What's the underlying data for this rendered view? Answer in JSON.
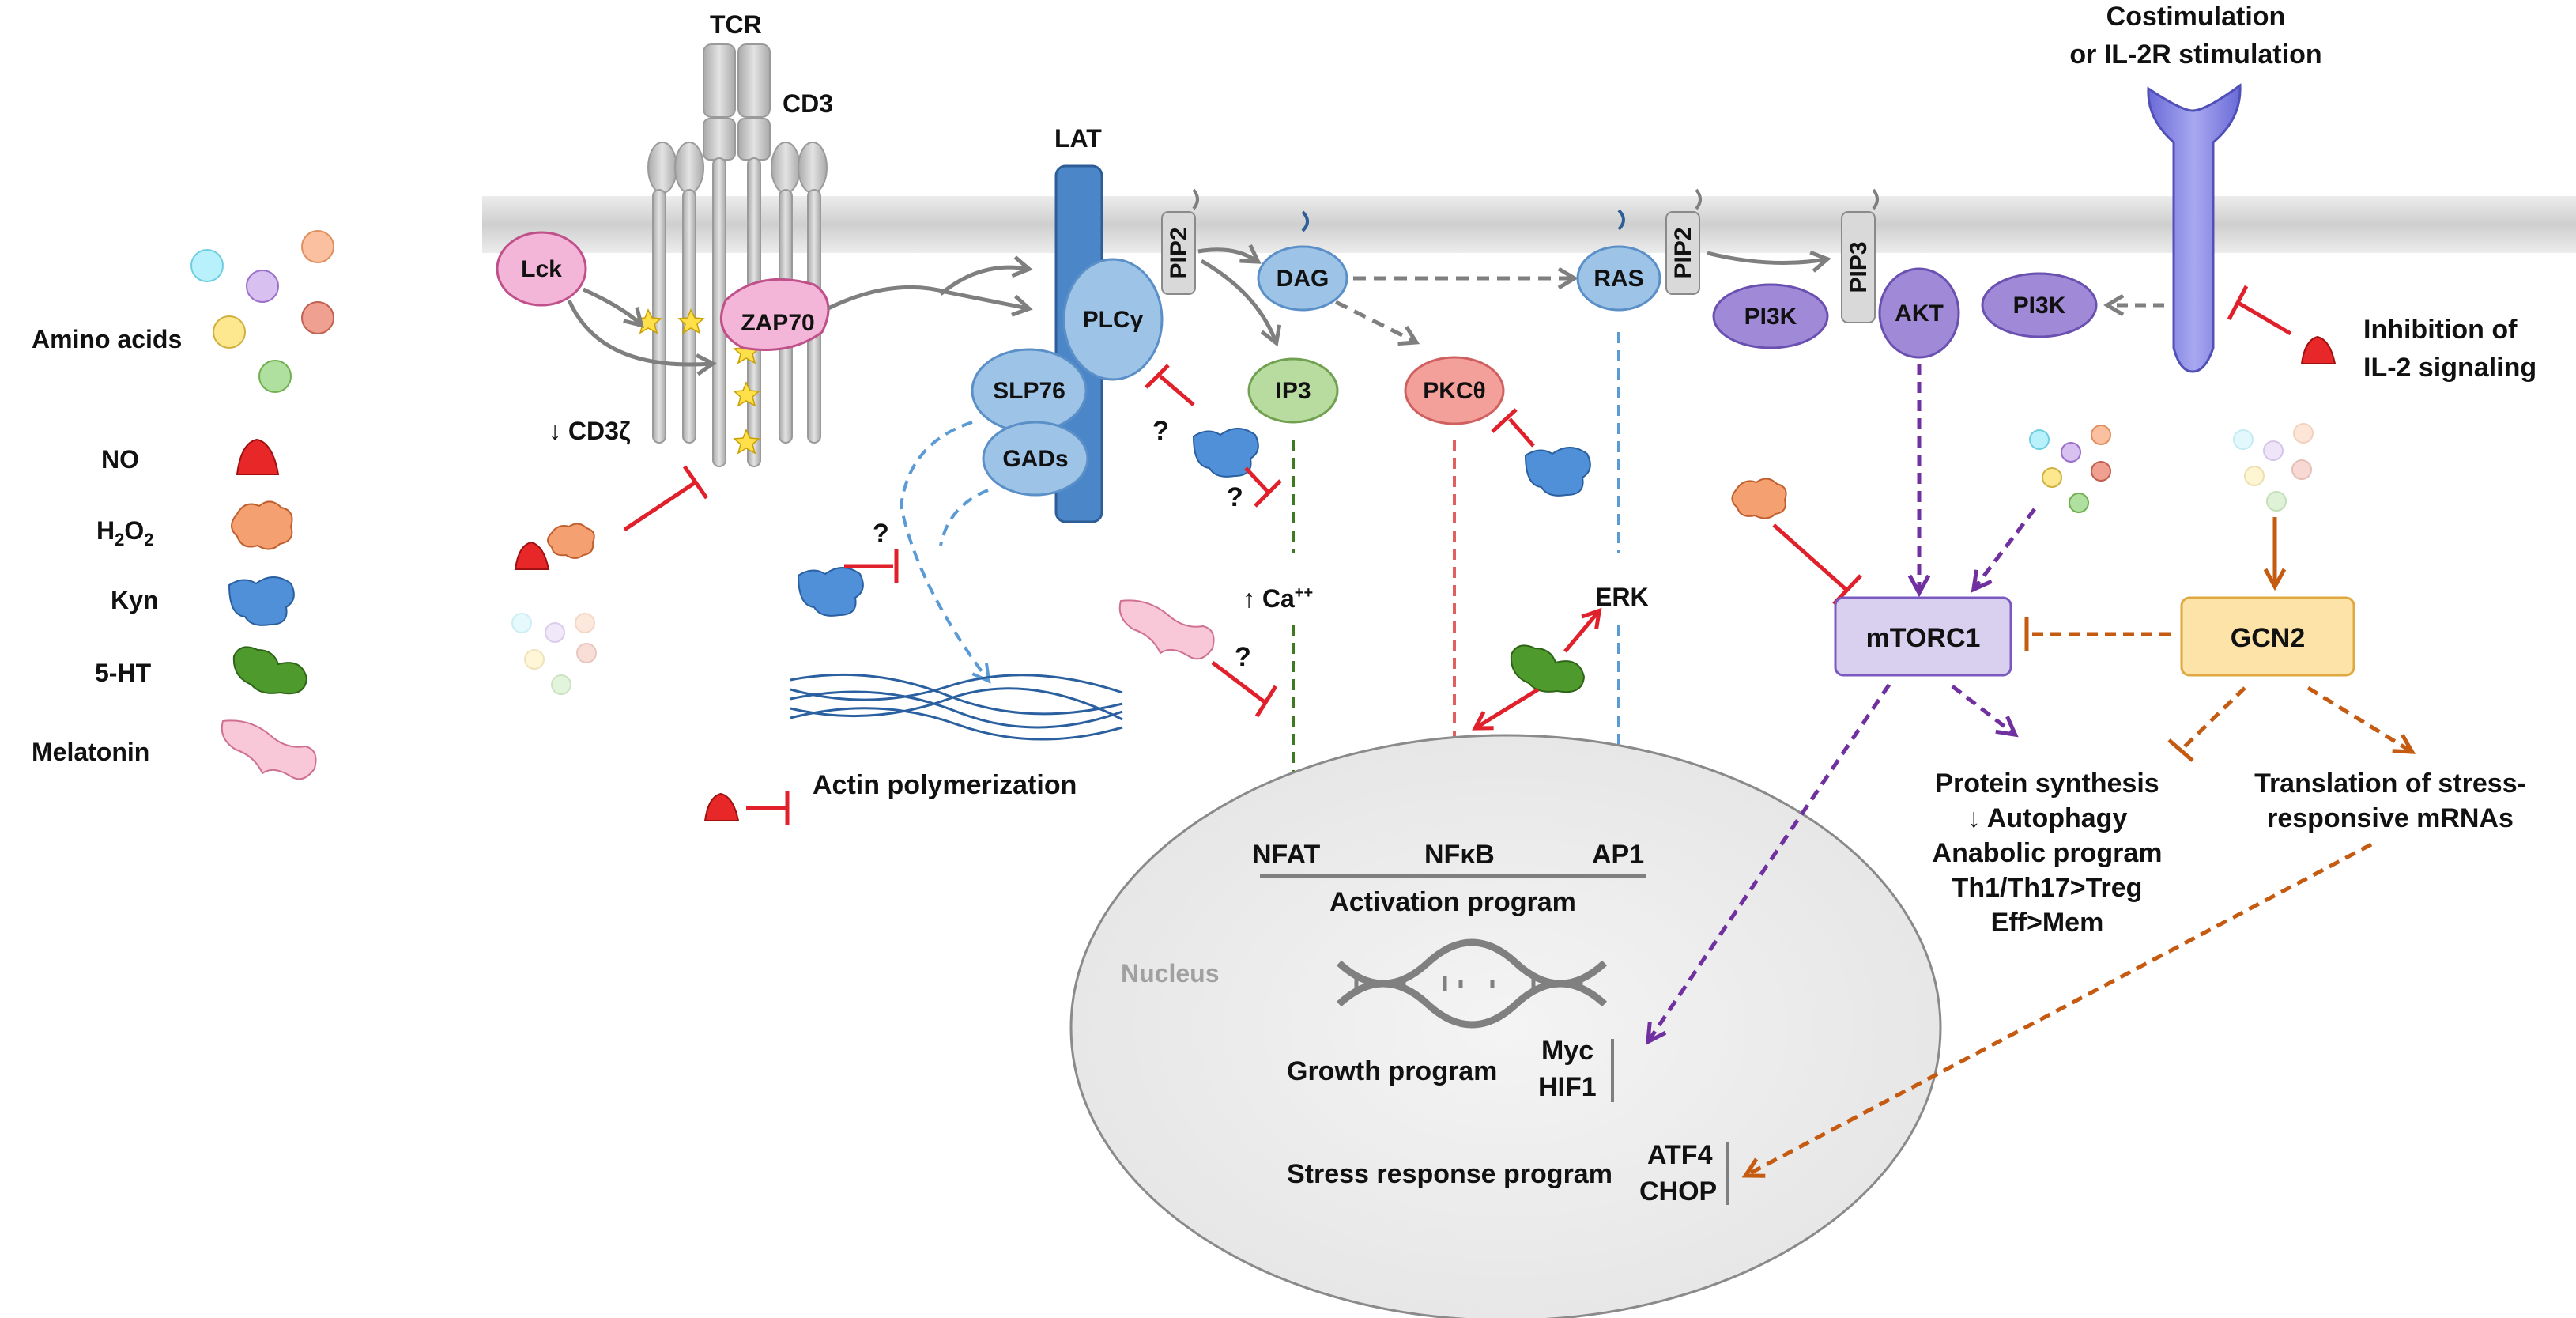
{
  "legend": {
    "amino_acids": "Amino acids",
    "no": "NO",
    "h2o2": "H2O2",
    "h2o2_main": "H",
    "h2o2_sub1": "2",
    "h2o2_mid": "O",
    "h2o2_sub2": "2",
    "kyn": "Kyn",
    "serotonin": "5-HT",
    "melatonin": "Melatonin"
  },
  "receptors": {
    "tcr": "TCR",
    "cd3": "CD3",
    "lat": "LAT",
    "costim_line1": "Costimulation",
    "costim_line2": "or IL-2R stimulation"
  },
  "nodes": {
    "lck": "Lck",
    "zap70": "ZAP70",
    "plcg": "PLCγ",
    "slp76": "SLP76",
    "gads": "GADs",
    "pip2_a": "PIP2",
    "dag": "DAG",
    "ip3": "IP3",
    "pkc": "PKCθ",
    "ras": "RAS",
    "pip2_b": "PIP2",
    "pi3k_a": "PI3K",
    "pip3": "PIP3",
    "akt": "AKT",
    "pi3k_b": "PI3K",
    "erk": "ERK",
    "mtorc1": "mTORC1",
    "gcn2": "GCN2"
  },
  "annotations": {
    "cd3z": "↓ CD3ζ",
    "ca": "↑ Ca",
    "ca_sup": "++",
    "actin": "Actin polymerization",
    "il2_line1": "Inhibition of",
    "il2_line2": "IL-2 signaling",
    "q": "?",
    "mtor_out": [
      "Protein synthesis",
      "↓ Autophagy",
      "Anabolic program",
      "Th1/Th17>Treg",
      "Eff>Mem"
    ],
    "gcn2_out_line1": "Translation of stress-",
    "gcn2_out_line2": "responsive mRNAs"
  },
  "nucleus": {
    "label": "Nucleus",
    "tf_nfat": "NFAT",
    "tf_nfkb": "NFκB",
    "tf_ap1": "AP1",
    "activation": "Activation program",
    "growth": "Growth program",
    "myc": "Myc",
    "hif1": "HIF1",
    "stress": "Stress response program",
    "atf4": "ATF4",
    "chop": "CHOP"
  },
  "colors": {
    "gray_arrow": "#7f7f7f",
    "red_inhib": "#e0202a",
    "green_path": "#3e7a1f",
    "red_path": "#e06060",
    "blue_path": "#5b9bd5",
    "purple_path": "#7030a0",
    "orange_path": "#c55a11",
    "lck": "#f4b6d8",
    "blue_node": "#9dc3e6",
    "lat": "#4a86c8",
    "ip3": "#b8dca0",
    "pkc": "#f4a09a",
    "purple_node": "#a08ad8",
    "mtorc1": "#d9d0f0",
    "gcn2": "#fde3a7",
    "receptor_blue": "#8080e0"
  }
}
